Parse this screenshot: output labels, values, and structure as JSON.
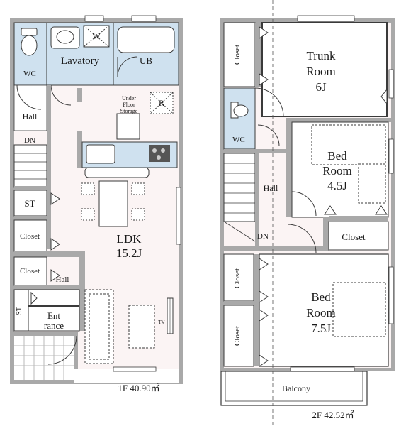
{
  "floor1": {
    "rooms": {
      "wc": "WC",
      "lavatory": "Lavatory",
      "washer": "W",
      "unit_bath": "UB",
      "hall_top": "Hall",
      "down_stair": "DN",
      "under_floor_1": "Under",
      "under_floor_2": "Floor",
      "under_floor_3": "Storage",
      "refrigerator": "R",
      "st_upper": "ST",
      "closet_1": "Closet",
      "closet_2": "Closet",
      "hall_bottom": "Hall",
      "st_lower": "ST",
      "entrance_1": "Ent",
      "entrance_2": "rance",
      "ldk_name": "LDK",
      "ldk_size": "15.2J",
      "tv": "TV"
    },
    "area_label": "1F  40.90㎡"
  },
  "floor2": {
    "rooms": {
      "closet_top": "Closet",
      "trunk_1": "Trunk",
      "trunk_2": "Room",
      "trunk_3": "6J",
      "wc": "WC",
      "bed_a_1": "Bed",
      "bed_a_2": "Room",
      "bed_a_3": "4.5J",
      "hall": "Hall",
      "down_stair": "DN",
      "closet_mid": "Closet",
      "closet_left_1": "Closet",
      "closet_left_2": "Closet",
      "bed_b_1": "Bed",
      "bed_b_2": "Room",
      "bed_b_3": "7.5J",
      "balcony": "Balcony"
    },
    "area_label": "2F  42.52㎡"
  },
  "colors": {
    "wall": "#a9a9a9",
    "wet_area": "#cfe1ef",
    "floor_tint": "#fbf4f4",
    "line": "#3a3a3a"
  }
}
